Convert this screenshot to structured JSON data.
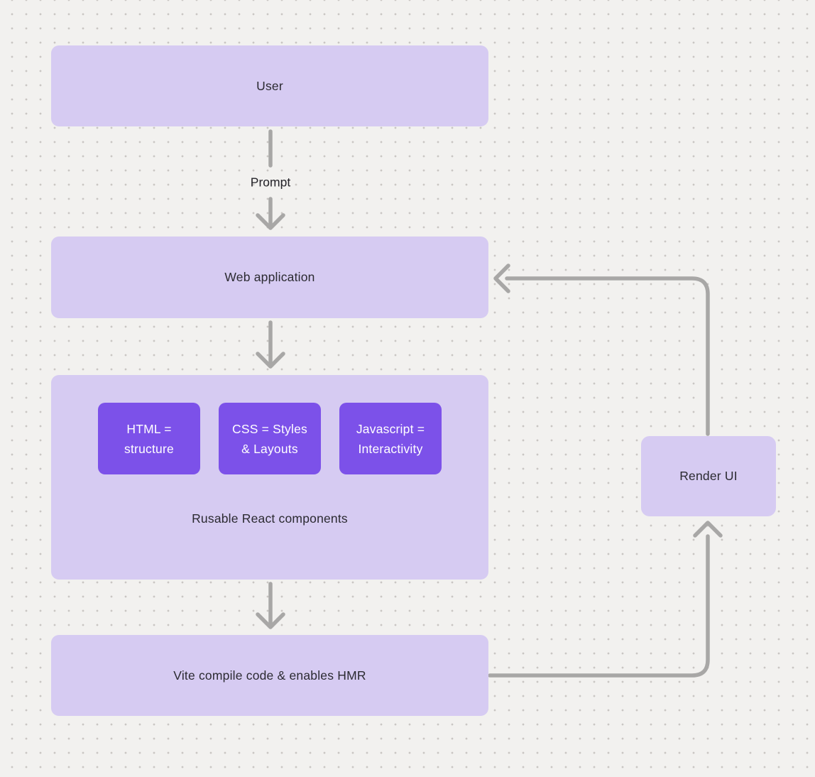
{
  "diagram": {
    "nodes": {
      "user": {
        "label": "User"
      },
      "web_application": {
        "label": "Web application"
      },
      "components_group": {
        "caption": "Rusable React components"
      },
      "html": {
        "line1": "HTML =",
        "line2": "structure"
      },
      "css": {
        "line1": "CSS = Styles",
        "line2": "& Layouts"
      },
      "javascript": {
        "line1": "Javascript =",
        "line2": "Interactivity"
      },
      "vite": {
        "label": "Vite compile code & enables HMR"
      },
      "render_ui": {
        "label": "Render UI"
      }
    },
    "edge_labels": {
      "prompt": "Prompt"
    },
    "colors": {
      "background": "#f2f1ef",
      "grid_dot": "#c9c6c3",
      "light_node_fill": "#d6cbf2",
      "dark_node_fill": "#7c51e9",
      "connector": "#a8a7a6",
      "light_node_text": "#2b2a31",
      "dark_node_text": "#ffffff"
    }
  }
}
